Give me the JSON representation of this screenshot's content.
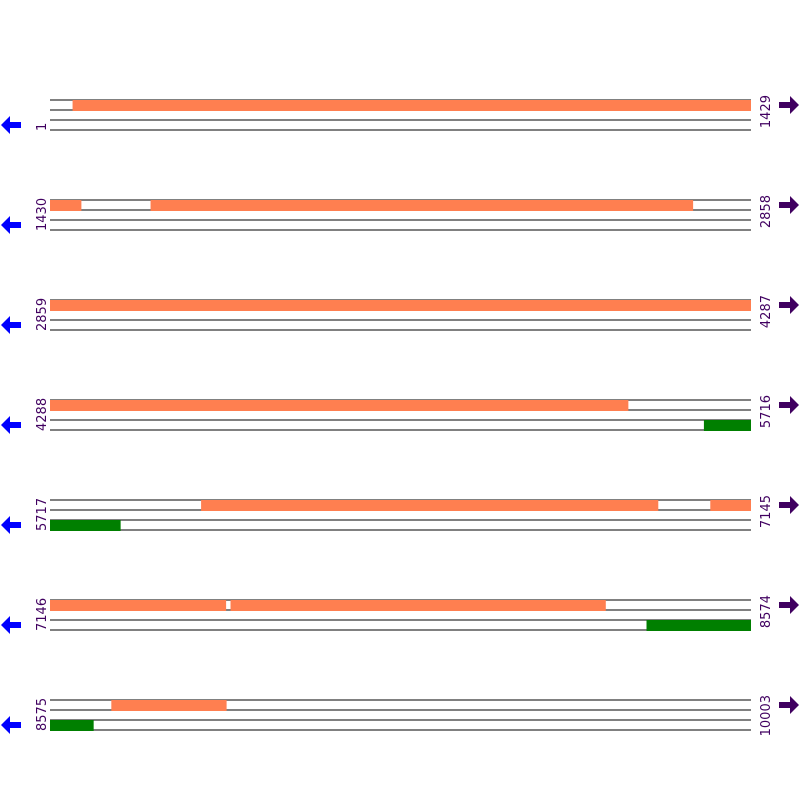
{
  "colors": {
    "forward_feature": "#ff7f50",
    "reverse_feature": "#007f00",
    "line": "#000000",
    "position_text": "#400060",
    "reverse_arrow": "#0000ff",
    "forward_arrow": "#400060"
  },
  "icons": {
    "left": "reverse-strand-arrow-icon",
    "right": "forward-strand-arrow-icon"
  },
  "sequence": {
    "length": 10003
  },
  "rows": [
    {
      "start": 1,
      "end": 1429,
      "start_label": "1",
      "end_label": "1429",
      "forward": [
        [
          47,
          1429
        ]
      ],
      "reverse": []
    },
    {
      "start": 1430,
      "end": 2858,
      "start_label": "1430",
      "end_label": "2858",
      "forward": [
        [
          1430,
          1493
        ],
        [
          1635,
          2740
        ]
      ],
      "reverse": []
    },
    {
      "start": 2859,
      "end": 4287,
      "start_label": "2859",
      "end_label": "4287",
      "forward": [
        [
          2859,
          4287
        ]
      ],
      "reverse": []
    },
    {
      "start": 4288,
      "end": 5716,
      "start_label": "4288",
      "end_label": "5716",
      "forward": [
        [
          4288,
          5466
        ]
      ],
      "reverse": [
        [
          5621,
          5716
        ]
      ]
    },
    {
      "start": 5717,
      "end": 7145,
      "start_label": "5717",
      "end_label": "7145",
      "forward": [
        [
          6025,
          6956
        ],
        [
          7063,
          7145
        ]
      ],
      "reverse": [
        [
          5717,
          5860
        ]
      ]
    },
    {
      "start": 7146,
      "end": 8574,
      "start_label": "7146",
      "end_label": "8574",
      "forward": [
        [
          7146,
          7504
        ],
        [
          7514,
          8278
        ]
      ],
      "reverse": [
        [
          8362,
          8574
        ]
      ]
    },
    {
      "start": 8575,
      "end": 10003,
      "start_label": "8575",
      "end_label": "10003",
      "forward": [
        [
          8700,
          8934
        ]
      ],
      "reverse": [
        [
          8575,
          8663
        ]
      ]
    }
  ]
}
